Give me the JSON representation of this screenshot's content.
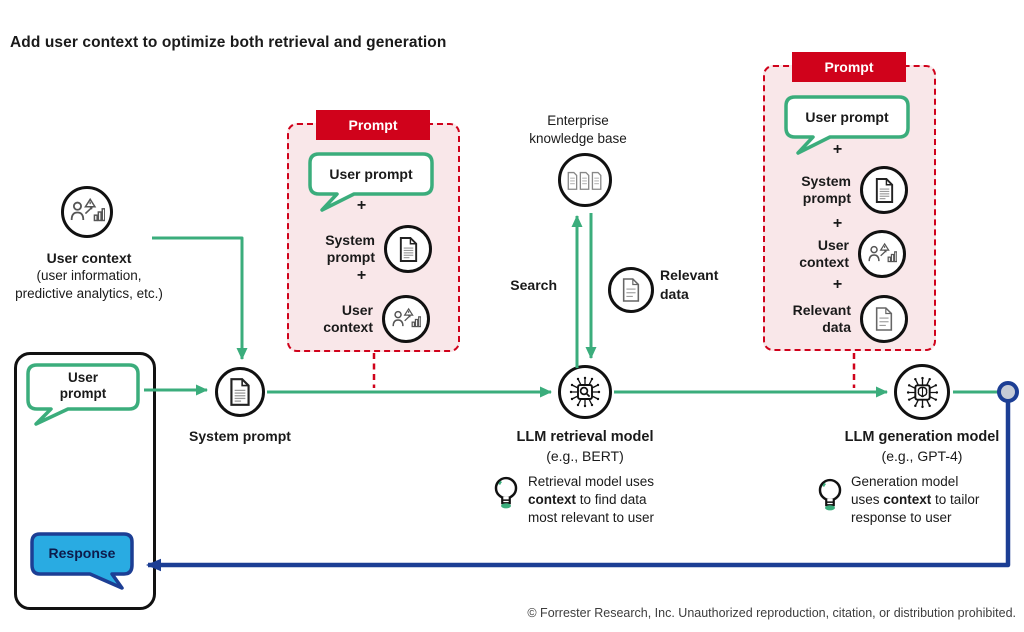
{
  "title": "Add user context to optimize both retrieval and generation",
  "footer": "© Forrester Research, Inc. Unauthorized reproduction, citation, or distribution prohibited.",
  "colors": {
    "green": "#3bad7c",
    "red": "#d0021b",
    "pink": "#f9e7e9",
    "navy": "#1c3e94",
    "light_blue": "#29abe2",
    "node_gray": "#c5cbd6",
    "black": "#111111"
  },
  "icons": {
    "user_analytics": "person-with-predictive-analytics",
    "document": "document",
    "multi_document": "three-documents",
    "chip_search": "chip-with-magnifier",
    "chip_brain": "chip-with-brain",
    "lightbulb": "lightbulb",
    "endpoint": "connector-endpoint-node"
  },
  "user_context": {
    "title": "User context",
    "line2": "(user information,",
    "line3": "predictive analytics, etc.)"
  },
  "client": {
    "user_prompt_l1": "User",
    "user_prompt_l2": "prompt",
    "response": "Response"
  },
  "system_prompt_label": "System prompt",
  "prompt1": {
    "header": "Prompt",
    "user_prompt": "User prompt",
    "plus": "+",
    "sys_l1": "System",
    "sys_l2": "prompt",
    "ctx_l1": "User",
    "ctx_l2": "context"
  },
  "prompt2": {
    "header": "Prompt",
    "user_prompt": "User prompt",
    "plus": "+",
    "sys_l1": "System",
    "sys_l2": "prompt",
    "ctx_l1": "User",
    "ctx_l2": "context",
    "rel_l1": "Relevant",
    "rel_l2": "data"
  },
  "ekb": {
    "l1": "Enterprise",
    "l2": "knowledge base"
  },
  "search_label": "Search",
  "relevant_data": {
    "l1": "Relevant",
    "l2": "data"
  },
  "retrieval": {
    "title": "LLM retrieval model",
    "subtitle": "(e.g., BERT)",
    "note_l1": "Retrieval model uses",
    "note_l2_bold": "context",
    "note_l2_rest": " to find data",
    "note_l3": "most relevant to user"
  },
  "generation": {
    "title": "LLM generation model",
    "subtitle": "(e.g., GPT-4)",
    "note_l1": "Generation model",
    "note_l2_pre": "uses ",
    "note_l2_bold": "context",
    "note_l2_rest": " to tailor",
    "note_l3": "response to user"
  }
}
